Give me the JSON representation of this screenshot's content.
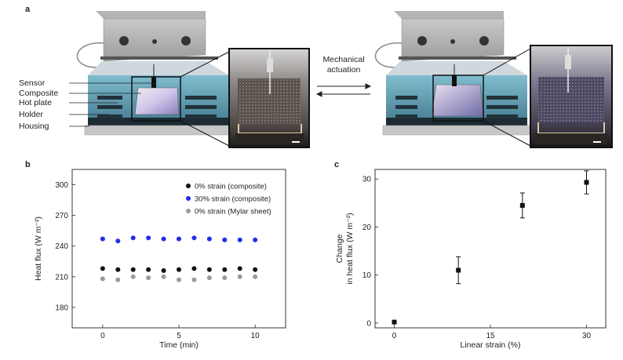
{
  "panel_a": {
    "letter": "a",
    "labels": [
      "Sensor",
      "Composite",
      "Hot plate",
      "Holder",
      "Housing"
    ],
    "actuation": [
      "Mechanical",
      "actuation"
    ]
  },
  "panel_b": {
    "letter": "b"
  },
  "panel_c": {
    "letter": "c"
  },
  "colors": {
    "black_series": "#111111",
    "blue_series": "#1f2de8",
    "gray_series": "#9a9a9a",
    "housing_teal": "#3f8ea8",
    "housing_dark": "#1d2b33"
  },
  "chart_data": [
    {
      "type": "scatter",
      "xlabel": "Time (min)",
      "ylabel": "Heat flux (W m⁻²)",
      "xlim": [
        -2,
        12
      ],
      "ylim": [
        160,
        315
      ],
      "xticks": [
        0,
        5,
        10
      ],
      "yticks": [
        180,
        210,
        240,
        270,
        300
      ],
      "legend_position": "top-right",
      "series": [
        {
          "name": "0% strain (composite)",
          "color": "#111111",
          "x": [
            0,
            1,
            2,
            3,
            4,
            5,
            6,
            7,
            8,
            9,
            10
          ],
          "y": [
            218,
            217,
            217,
            217,
            216,
            217,
            218,
            217,
            217,
            218,
            217
          ]
        },
        {
          "name": "30% strain (composite)",
          "color": "#1f2de8",
          "x": [
            0,
            1,
            2,
            3,
            4,
            5,
            6,
            7,
            8,
            9,
            10
          ],
          "y": [
            247,
            245,
            248,
            248,
            247,
            247,
            248,
            247,
            246,
            246,
            246
          ]
        },
        {
          "name": "0% strain (Mylar sheet)",
          "color": "#9a9a9a",
          "x": [
            0,
            1,
            2,
            3,
            4,
            5,
            6,
            7,
            8,
            9,
            10
          ],
          "y": [
            208,
            207,
            210,
            209,
            210,
            207,
            207,
            209,
            209,
            210,
            210
          ]
        }
      ]
    },
    {
      "type": "scatter",
      "xlabel": "Linear strain (%)",
      "ylabel": [
        "Change",
        "in heat flux (W m⁻²)"
      ],
      "xlim": [
        -3,
        33
      ],
      "ylim": [
        -1,
        32
      ],
      "xticks": [
        0,
        15,
        30
      ],
      "yticks": [
        0,
        10,
        20,
        30
      ],
      "series": [
        {
          "x": [
            0,
            10,
            20,
            30
          ],
          "y": [
            0.2,
            11.0,
            24.5,
            29.3
          ],
          "err": [
            0,
            2.8,
            2.6,
            2.4
          ]
        }
      ]
    }
  ]
}
